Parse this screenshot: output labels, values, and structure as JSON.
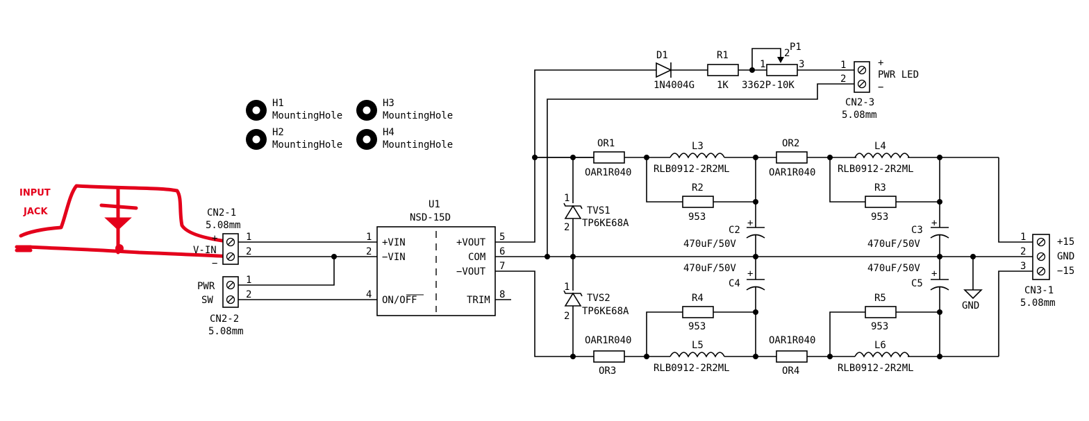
{
  "hand_label": [
    "INPUT",
    "JACK"
  ],
  "mounting_holes": [
    {
      "ref": "H1",
      "value": "MountingHole"
    },
    {
      "ref": "H2",
      "value": "MountingHole"
    },
    {
      "ref": "H3",
      "value": "MountingHole"
    },
    {
      "ref": "H4",
      "value": "MountingHole"
    }
  ],
  "cn2_1": {
    "ref": "CN2-1",
    "size": "5.08mm",
    "pin1": "1",
    "pin2": "2",
    "plus": "+",
    "minus": "−",
    "net": "V-IN"
  },
  "cn2_2": {
    "ref": "CN2-2",
    "size": "5.08mm",
    "pin1": "1",
    "pin2": "2",
    "label1": "PWR",
    "label2": "SW"
  },
  "u1": {
    "ref": "U1",
    "value": "NSD-15D",
    "pins_left": [
      {
        "num": "1",
        "name": "+VIN"
      },
      {
        "num": "2",
        "name": "−VIN"
      },
      {
        "num": "4",
        "name": "ON/OFF"
      }
    ],
    "pins_right": [
      {
        "num": "5",
        "name": "+VOUT"
      },
      {
        "num": "6",
        "name": "COM"
      },
      {
        "num": "7",
        "name": "−VOUT"
      },
      {
        "num": "8",
        "name": "TRIM"
      }
    ]
  },
  "led_branch": {
    "d1": {
      "ref": "D1",
      "value": "1N4004G"
    },
    "r1": {
      "ref": "R1",
      "value": "1K"
    },
    "p1": {
      "ref": "P1",
      "value": "3362P-10K",
      "pin1": "1",
      "pin2": "2",
      "pin3": "3"
    },
    "cn2_3": {
      "ref": "CN2-3",
      "size": "5.08mm",
      "pin1": "1",
      "pin2": "2",
      "plus": "+",
      "minus": "−",
      "label": "PWR LED"
    }
  },
  "upper_filter": {
    "tvs1": {
      "ref": "TVS1",
      "value": "TP6KE68A",
      "pin1": "1",
      "pin2": "2"
    },
    "or1": {
      "ref": "OR1",
      "value": "OAR1R040"
    },
    "l3": {
      "ref": "L3",
      "value": "RLB0912-2R2ML"
    },
    "r2": {
      "ref": "R2",
      "value": "953"
    },
    "c2": {
      "ref": "C2",
      "value": "470uF/50V",
      "plus": "+"
    },
    "or2": {
      "ref": "OR2",
      "value": "OAR1R040"
    },
    "l4": {
      "ref": "L4",
      "value": "RLB0912-2R2ML"
    },
    "r3": {
      "ref": "R3",
      "value": "953"
    },
    "c3": {
      "ref": "C3",
      "value": "470uF/50V",
      "plus": "+"
    }
  },
  "lower_filter": {
    "tvs2": {
      "ref": "TVS2",
      "value": "TP6KE68A",
      "pin1": "1",
      "pin2": "2"
    },
    "or3": {
      "ref": "OR3",
      "value": "OAR1R040"
    },
    "l5": {
      "ref": "L5",
      "value": "RLB0912-2R2ML"
    },
    "r4": {
      "ref": "R4",
      "value": "953"
    },
    "c4": {
      "ref": "C4",
      "value": "470uF/50V",
      "plus": "+"
    },
    "or4": {
      "ref": "OR4",
      "value": "OAR1R040"
    },
    "l6": {
      "ref": "L6",
      "value": "RLB0912-2R2ML"
    },
    "r5": {
      "ref": "R5",
      "value": "953"
    },
    "c5": {
      "ref": "C5",
      "value": "470uF/50V",
      "plus": "+"
    }
  },
  "cn3_1": {
    "ref": "CN3-1",
    "size": "5.08mm",
    "pin1": "1",
    "pin2": "2",
    "pin3": "3",
    "label1": "+15",
    "label2": "GND",
    "label3": "−15"
  },
  "gnd": {
    "label": "GND"
  }
}
